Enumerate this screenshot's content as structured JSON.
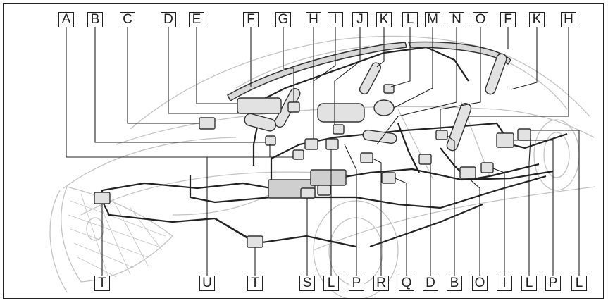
{
  "labels_top": [
    "A",
    "B",
    "C",
    "D",
    "E",
    "F",
    "G",
    "H",
    "I",
    "J",
    "K",
    "L",
    "M",
    "N",
    "O",
    "F",
    "K",
    "H"
  ],
  "labels_bottom": [
    "T",
    "U",
    "T",
    "S",
    "L",
    "P",
    "R",
    "Q",
    "D",
    "B",
    "O",
    "I",
    "L",
    "P",
    "L"
  ],
  "colors": {
    "line": "#222222",
    "car_outline": "#b8b8b8",
    "component_fill": "#e2e2e2",
    "component_dark": "#8a8a8a",
    "background": "#ffffff"
  }
}
